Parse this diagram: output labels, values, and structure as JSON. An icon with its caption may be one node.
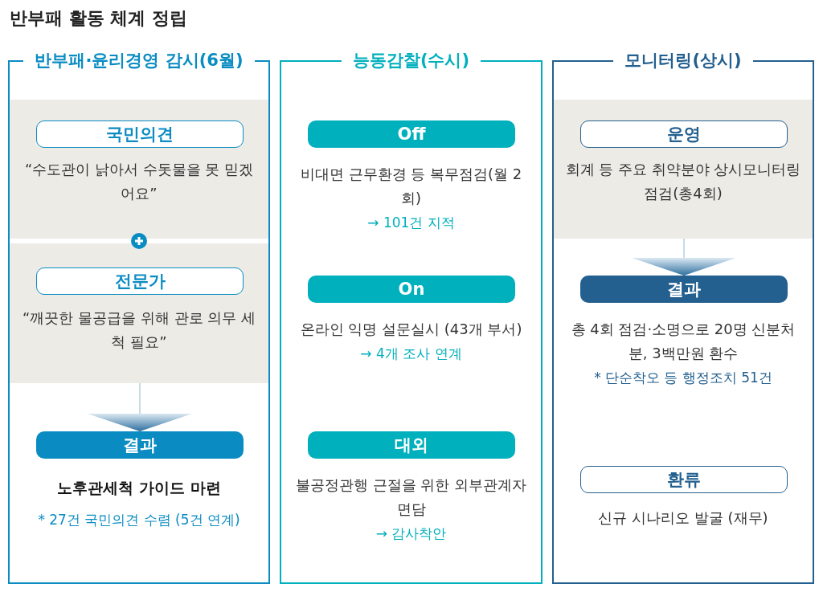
{
  "diagram": {
    "title": "반부패 활동 체계 정립",
    "nodes": [
      {
        "text": [
          "반부패·윤리경영 감시(6월)"
        ]
      },
      {
        "text": [],
        "shape": "band",
        "in": 0
      },
      {
        "text": [
          "국민의견"
        ],
        "in": 1,
        "beside": [
          "“수도관이 낡아서 수돗물을 못 믿겠어요”"
        ]
      },
      {
        "text": [],
        "shape": "band",
        "in": 0
      },
      {
        "text": [
          "전문가"
        ],
        "in": 3,
        "beside": [
          "“깨끗한 물공급을 위해 관로 의무 세척 필요”"
        ]
      },
      {
        "text": [
          "결과"
        ],
        "in": 0,
        "beside": [
          "노후관세척 가이드 마련",
          "* 27건 국민의견 수렴 (5건 연계)"
        ]
      },
      {
        "text": [
          "능동감찰(수시)"
        ]
      },
      {
        "text": [
          "Off"
        ],
        "in": 6,
        "beside": [
          "비대면 근무환경 등 복무점검(월 2회)",
          "→ 101건 지적"
        ]
      },
      {
        "text": [
          "On"
        ],
        "in": 6,
        "beside": [
          "온라인 익명 설문실시 (43개 부서)",
          "→ 4개 조사 연계"
        ]
      },
      {
        "text": [
          "대외"
        ],
        "in": 6,
        "beside": [
          "불공정관행 근절을 위한 외부관계자 면담",
          "→ 감사착안"
        ]
      },
      {
        "text": [
          "모니터링(상시)"
        ]
      },
      {
        "text": [],
        "shape": "band",
        "in": 10
      },
      {
        "text": [
          "운영"
        ],
        "in": 11,
        "beside": [
          "회계 등 주요 취약분야 상시모니터링 점검(총4회)"
        ]
      },
      {
        "text": [
          "결과"
        ],
        "in": 10,
        "beside": [
          "총 4회 점검·소명으로 20명 신분처분, 3백만원 환수",
          "* 단순착오 등 행정조치 51건"
        ]
      },
      {
        "text": [
          "환류"
        ],
        "in": 10,
        "beside": [
          "신규 시나리오 발굴 (재무)"
        ]
      }
    ],
    "edges": [
      {
        "from": 3,
        "to": 5,
        "arrow": "to"
      },
      {
        "from": 11,
        "to": 13,
        "arrow": "to"
      }
    ]
  }
}
